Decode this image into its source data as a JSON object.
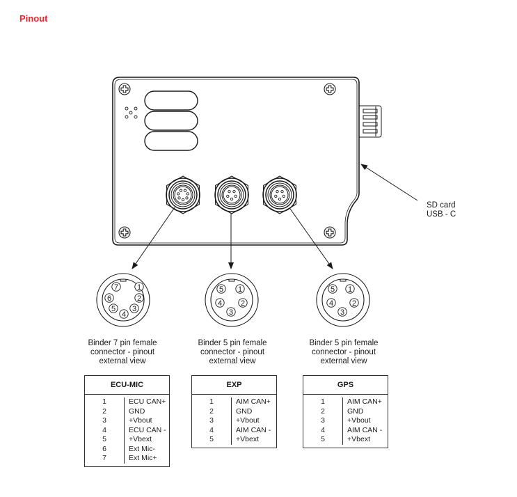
{
  "page": {
    "title": "Pinout"
  },
  "device": {
    "side_label_lines": [
      "SD card",
      "USB - C"
    ],
    "icons": [
      "screw-icon",
      "led-slot-icon",
      "microphone-holes-icon",
      "connector-port-icon",
      "side-cap-icon"
    ]
  },
  "connectors": [
    {
      "id": "ecu-mic",
      "caption_lines": [
        "Binder 7 pin female",
        "connector - pinout",
        "external view"
      ],
      "pin_count": 7,
      "pin_labels": [
        "1",
        "2",
        "3",
        "4",
        "5",
        "6",
        "7"
      ],
      "table": {
        "header": "ECU-MIC",
        "rows": [
          {
            "pin": "1",
            "signal": "ECU CAN+"
          },
          {
            "pin": "2",
            "signal": "GND"
          },
          {
            "pin": "3",
            "signal": "+Vbout"
          },
          {
            "pin": "4",
            "signal": "ECU CAN -"
          },
          {
            "pin": "5",
            "signal": "+Vbext"
          },
          {
            "pin": "6",
            "signal": "Ext Mic-"
          },
          {
            "pin": "7",
            "signal": "Ext Mic+"
          }
        ]
      }
    },
    {
      "id": "exp",
      "caption_lines": [
        "Binder 5 pin female",
        "connector - pinout",
        "external view"
      ],
      "pin_count": 5,
      "pin_labels": [
        "1",
        "2",
        "3",
        "4",
        "5"
      ],
      "table": {
        "header": "EXP",
        "rows": [
          {
            "pin": "1",
            "signal": "AIM CAN+"
          },
          {
            "pin": "2",
            "signal": "GND"
          },
          {
            "pin": "3",
            "signal": "+Vbout"
          },
          {
            "pin": "4",
            "signal": "AIM CAN -"
          },
          {
            "pin": "5",
            "signal": "+Vbext"
          }
        ]
      }
    },
    {
      "id": "gps",
      "caption_lines": [
        "Binder 5 pin female",
        "connector - pinout",
        "external view"
      ],
      "pin_count": 5,
      "pin_labels": [
        "1",
        "2",
        "3",
        "4",
        "5"
      ],
      "table": {
        "header": "GPS",
        "rows": [
          {
            "pin": "1",
            "signal": "AIM CAN+"
          },
          {
            "pin": "2",
            "signal": "GND"
          },
          {
            "pin": "3",
            "signal": "+Vbout"
          },
          {
            "pin": "4",
            "signal": "AIM CAN -"
          },
          {
            "pin": "5",
            "signal": "+Vbext"
          }
        ]
      }
    }
  ],
  "colors": {
    "title": "#e8262d",
    "line": "#1a1a1a"
  }
}
